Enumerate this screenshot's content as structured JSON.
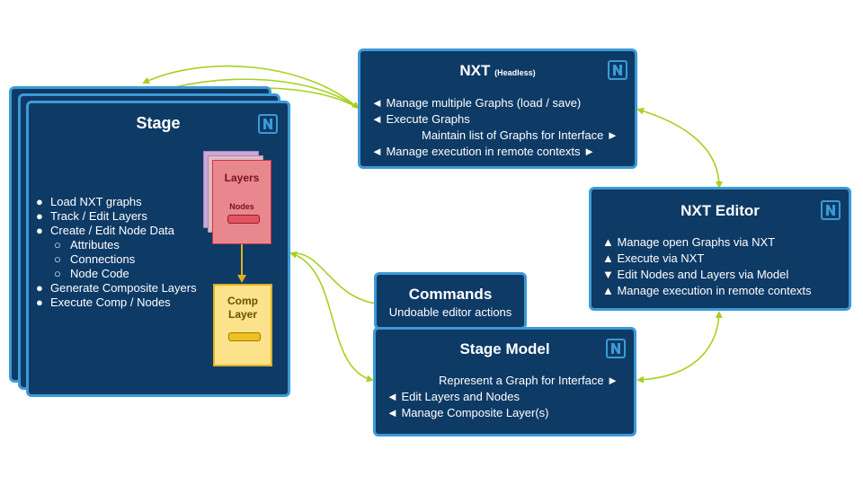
{
  "stage": {
    "title": "Stage",
    "items": [
      {
        "bullet": "●",
        "text": "Load NXT graphs",
        "level": 0
      },
      {
        "bullet": "●",
        "text": "Track / Edit Layers",
        "level": 0
      },
      {
        "bullet": "●",
        "text": "Create / Edit Node Data",
        "level": 0
      },
      {
        "bullet": "○",
        "text": "Attributes",
        "level": 1
      },
      {
        "bullet": "○",
        "text": "Connections",
        "level": 1
      },
      {
        "bullet": "○",
        "text": "Node Code",
        "level": 1
      },
      {
        "bullet": "●",
        "text": "Generate Composite Layers",
        "level": 0
      },
      {
        "bullet": "●",
        "text": "Execute Comp / Nodes",
        "level": 0
      }
    ],
    "layers_label": "Layers",
    "nodes_label": "Nodes",
    "comp_label_1": "Comp",
    "comp_label_2": "Layer"
  },
  "nxt": {
    "title": "NXT",
    "subtitle": "(Headless)",
    "lines": [
      "◄  Manage multiple Graphs (load / save)",
      "◄  Execute Graphs",
      "Maintain list of Graphs for Interface  ►",
      "◄ Manage execution in remote contexts ►"
    ]
  },
  "editor": {
    "title": "NXT Editor",
    "lines": [
      "▲  Manage open Graphs via NXT",
      "▲  Execute via NXT",
      "▼  Edit Nodes and Layers via Model",
      "▲ Manage execution in remote contexts"
    ]
  },
  "commands": {
    "title": "Commands",
    "subtitle": "Undoable editor actions"
  },
  "model": {
    "title": "Stage Model",
    "lines": [
      "Represent a Graph for Interface  ►",
      "◄  Edit Layers and Nodes",
      "◄  Manage Composite Layer(s)"
    ]
  },
  "logo_letter": "N",
  "colors": {
    "box_fill": "#0e3a66",
    "box_border": "#3c9ad6",
    "arrow": "#a6d11f",
    "layer_fill": "#e8888e",
    "layer_border": "#cc3344",
    "layer_back": "#c9a9d9",
    "comp_fill": "#fce28a",
    "comp_border": "#e0b020"
  }
}
